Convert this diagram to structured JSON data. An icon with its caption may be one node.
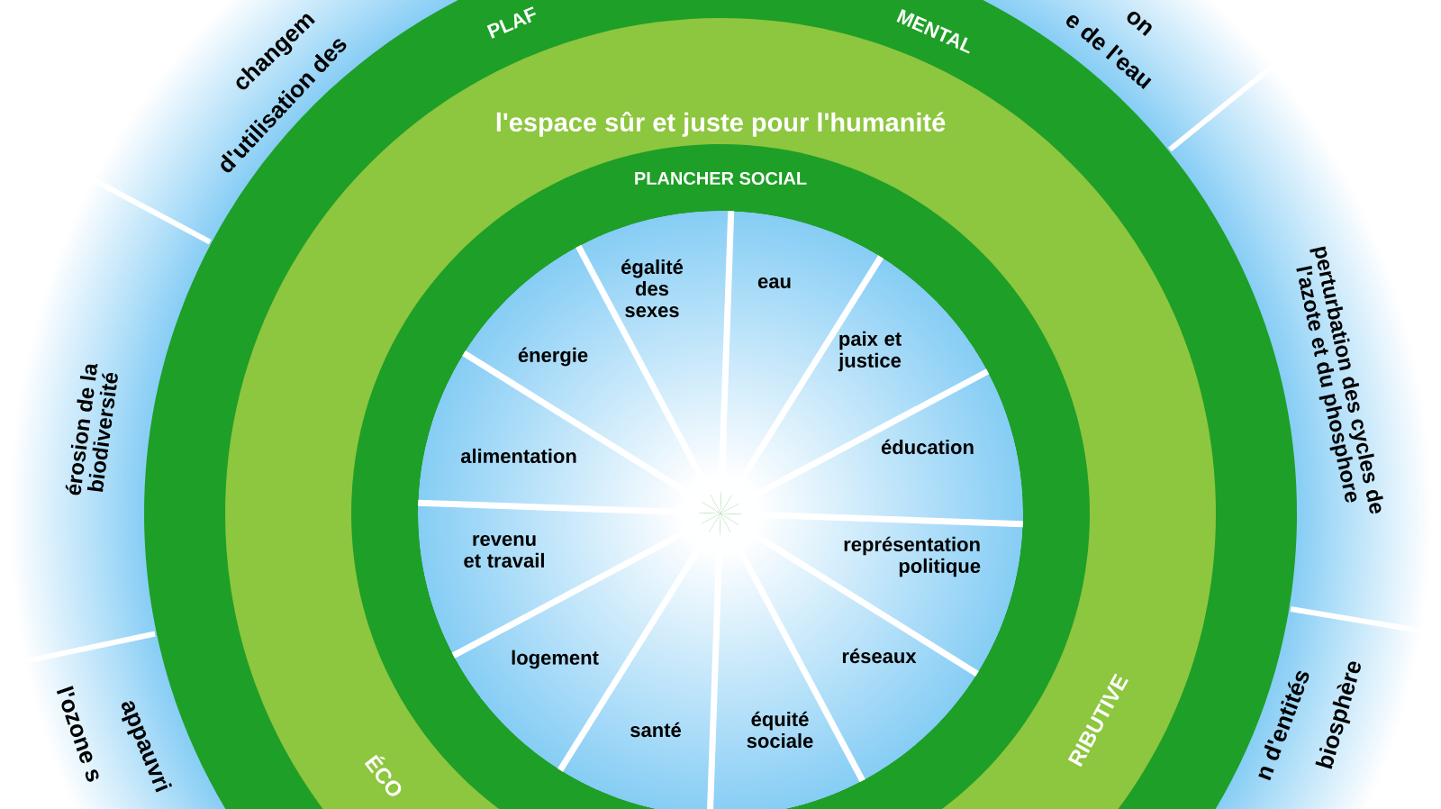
{
  "diagram": {
    "nodes": [
      {
        "text": [
          "PLAF",
          "MENTAL"
        ]
      },
      {
        "text": [
          "l'espace sûr et juste pour l'humanité",
          "ÉCO",
          "RIBUTIVE"
        ],
        "in": 0
      },
      {
        "text": [
          "PLANCHER SOCIAL"
        ],
        "in": 1
      },
      {
        "text": [
          "égalité des sexes"
        ],
        "in": 2
      },
      {
        "text": [
          "eau"
        ],
        "in": 2
      },
      {
        "text": [
          "paix et justice"
        ],
        "in": 2
      },
      {
        "text": [
          "éducation"
        ],
        "in": 2
      },
      {
        "text": [
          "représentation politique"
        ],
        "in": 2
      },
      {
        "text": [
          "réseaux"
        ],
        "in": 2
      },
      {
        "text": [
          "équité sociale"
        ],
        "in": 2
      },
      {
        "text": [
          "santé"
        ],
        "in": 2
      },
      {
        "text": [
          "logement"
        ],
        "in": 2
      },
      {
        "text": [
          "revenu et travail"
        ],
        "in": 2
      },
      {
        "text": [
          "alimentation"
        ],
        "in": 2
      },
      {
        "text": [
          "énergie"
        ],
        "in": 2
      },
      {
        "text": [
          "changem",
          "d'utilisation des"
        ]
      },
      {
        "text": [
          "on",
          "e de l'eau"
        ]
      },
      {
        "text": [
          "perturbation des cycles de l'azote et du phosphore"
        ]
      },
      {
        "text": [
          "érosion de la biodiversité"
        ]
      },
      {
        "text": [
          "appauvri",
          "l'ozone s"
        ]
      },
      {
        "text": [
          "n d'entités",
          "biosphère"
        ]
      }
    ]
  }
}
